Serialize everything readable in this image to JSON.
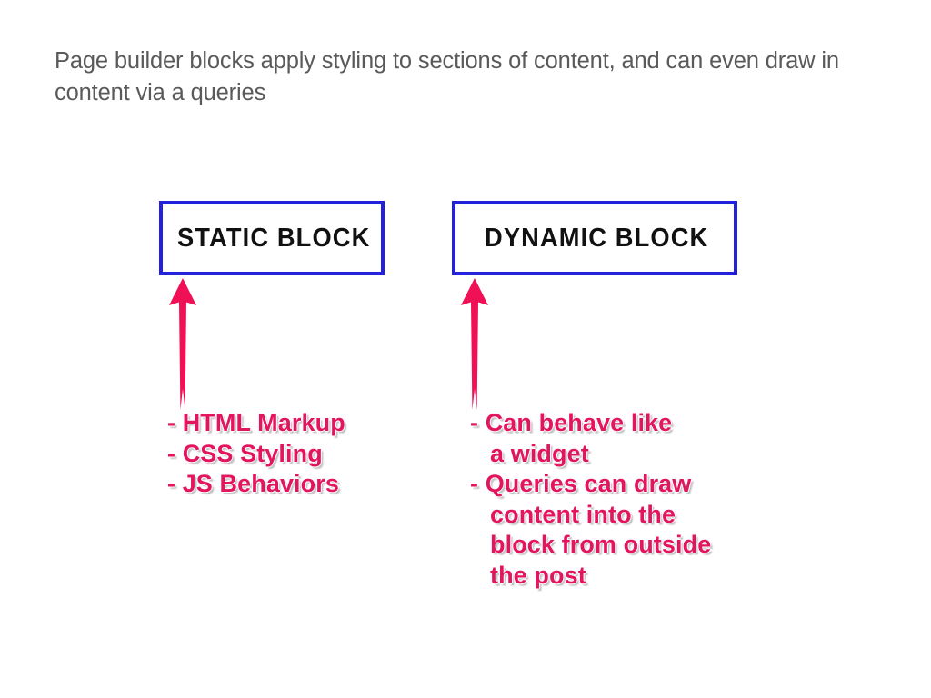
{
  "slide": {
    "heading": "Page builder blocks apply styling to sections of content, and can even draw in content via a queries"
  },
  "colors": {
    "heading_text": "#5a5a5a",
    "box_border": "#2222dd",
    "box_label_text": "#111111",
    "arrow": "#ef1055",
    "bullet_text": "#e3155f",
    "background": "#ffffff"
  },
  "diagram": {
    "type": "two-column-callout",
    "columns": [
      {
        "id": "static",
        "box_label": "STATIC BLOCK",
        "arrow": {
          "direction": "up",
          "name": "up-arrow-static"
        },
        "bullets": [
          {
            "marker": "-",
            "lines": [
              "HTML Markup"
            ]
          },
          {
            "marker": "-",
            "lines": [
              "CSS Styling"
            ]
          },
          {
            "marker": "-",
            "lines": [
              "JS Behaviors"
            ]
          }
        ],
        "bullet_lines": [
          "- HTML Markup",
          "- CSS Styling",
          "- JS Behaviors"
        ]
      },
      {
        "id": "dynamic",
        "box_label": "DYNAMIC BLOCK",
        "arrow": {
          "direction": "up",
          "name": "up-arrow-dynamic"
        },
        "bullets": [
          {
            "marker": "-",
            "lines": [
              "Can behave like",
              "a widget"
            ]
          },
          {
            "marker": "-",
            "lines": [
              "Queries can draw",
              "content into the",
              "block from outside",
              "the post"
            ]
          }
        ],
        "bullet_lines": [
          "- Can behave like",
          "a widget",
          "- Queries can draw",
          "content into the",
          "block from outside",
          "the post"
        ]
      }
    ]
  }
}
